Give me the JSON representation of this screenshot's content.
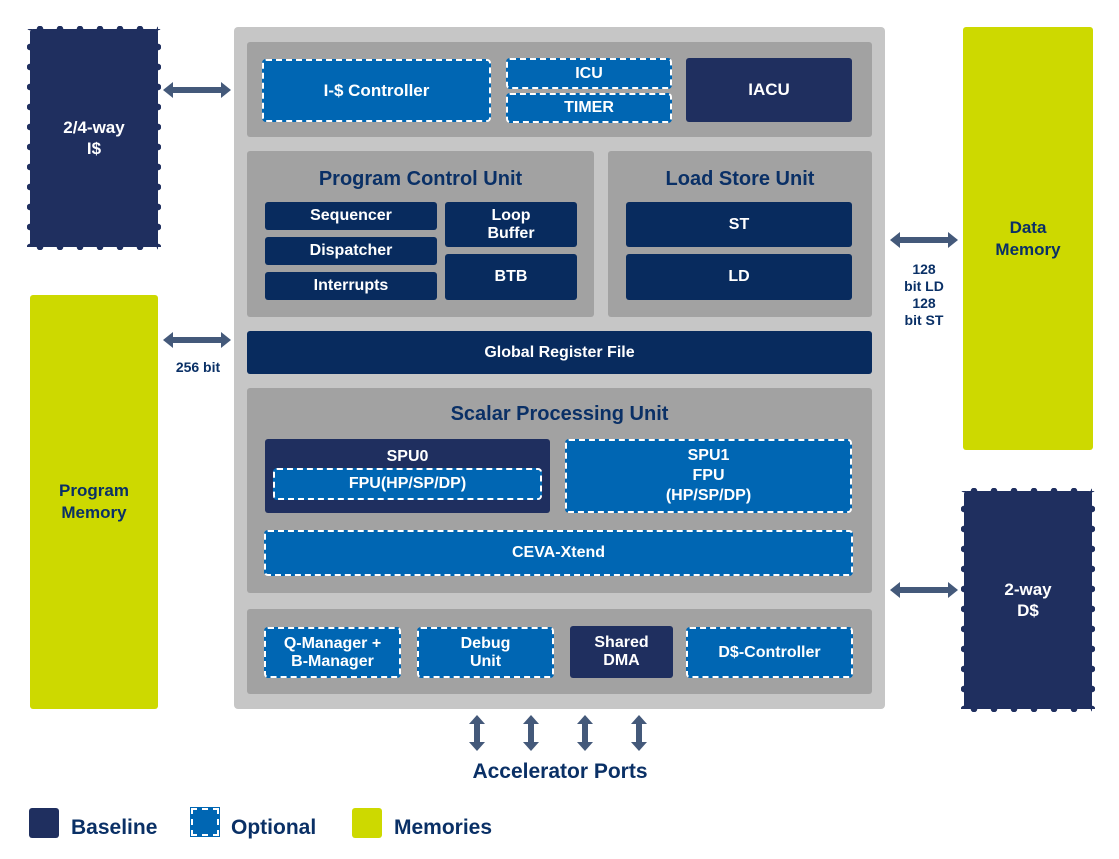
{
  "diagram": {
    "caches": {
      "icache": "2/4-way\nI$",
      "dcache": "2-way\nD$"
    },
    "memories": {
      "program": "Program\nMemory",
      "data": "Data\nMemory"
    },
    "links": {
      "program_bus": "256 bit",
      "data_bus": "128\nbit LD\n128\nbit ST"
    },
    "top_row": {
      "icache_controller": "I-$ Controller",
      "icu": "ICU",
      "timer": "TIMER",
      "iacu": "IACU"
    },
    "program_control_unit": {
      "title": "Program Control Unit",
      "items": [
        "Sequencer",
        "Dispatcher",
        "Interrupts"
      ],
      "loop_buffer": "Loop\nBuffer",
      "btb": "BTB"
    },
    "load_store_unit": {
      "title": "Load Store Unit",
      "st": "ST",
      "ld": "LD"
    },
    "global_register_file": "Global Register File",
    "scalar_processing_unit": {
      "title": "Scalar Processing Unit",
      "spu0": "SPU0",
      "spu0_fpu": "FPU(HP/SP/DP)",
      "spu1": "SPU1\nFPU\n(HP/SP/DP)",
      "ceva_xtend": "CEVA-Xtend"
    },
    "bottom_row": {
      "qmanager": "Q-Manager +\nB-Manager",
      "debug": "Debug\nUnit",
      "shared_dma": "Shared\nDMA",
      "dcache_controller": "D$-Controller"
    },
    "accelerator_ports": "Accelerator Ports"
  },
  "legend": [
    {
      "label": "Baseline",
      "color": "#1f2f5f",
      "style": "solid"
    },
    {
      "label": "Optional",
      "color": "#0066b3",
      "style": "dashed"
    },
    {
      "label": "Memories",
      "color": "#cdd900",
      "style": "solid"
    }
  ],
  "colors": {
    "baseline": "#1f2f5f",
    "baseline_inner": "#082b5e",
    "optional": "#0066b3",
    "memory": "#cdd900",
    "text_dark": "#0a3066",
    "arrow": "#44597a"
  }
}
